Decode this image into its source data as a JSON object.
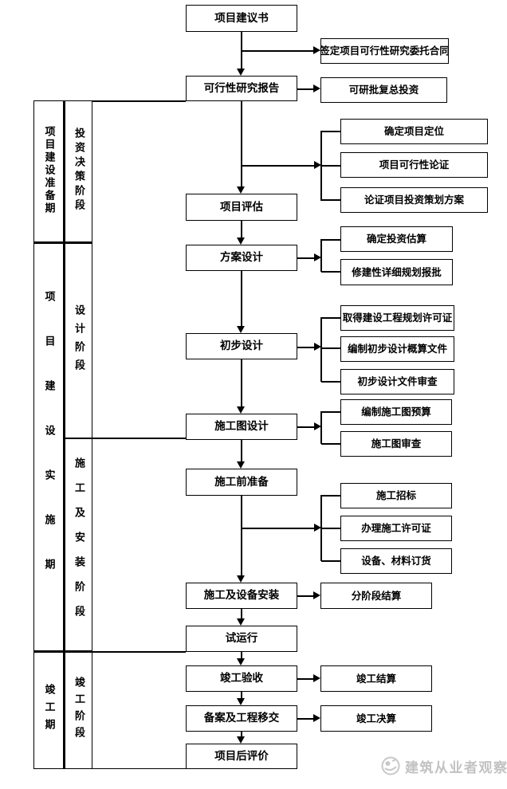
{
  "stages": {
    "preparation_period": "项目建设准备期",
    "investment_decision_stage": "投资决策阶段",
    "implementation_period": "项目建设实施期",
    "design_stage": "设计阶段",
    "construction_install_stage": "施工及安装阶段",
    "completion_period": "竣工期",
    "completion_stage": "竣工阶段"
  },
  "flow": [
    "项目建议书",
    "可行性研究报告",
    "项目评估",
    "方案设计",
    "初步设计",
    "施工图设计",
    "施工前准备",
    "施工及设备安装",
    "试运行",
    "竣工验收",
    "备案及工程移交",
    "项目后评价"
  ],
  "side": [
    "签定项目可行性研究委托合同",
    "可研批复总投资",
    "确定项目定位",
    "项目可行性论证",
    "论证项目投资策划方案",
    "确定投资估算",
    "修建性详细规划报批",
    "取得建设工程规划许可证",
    "编制初步设计概算文件",
    "初步设计文件审查",
    "编制施工图预算",
    "施工图审查",
    "施工招标",
    "办理施工许可证",
    "设备、材料订货",
    "分阶段结算",
    "竣工结算",
    "竣工决算"
  ],
  "watermark": {
    "text": "建筑从业者观察"
  },
  "colors": {
    "line": "#000000",
    "watermark": "#c2c2c2",
    "background": "#ffffff"
  }
}
